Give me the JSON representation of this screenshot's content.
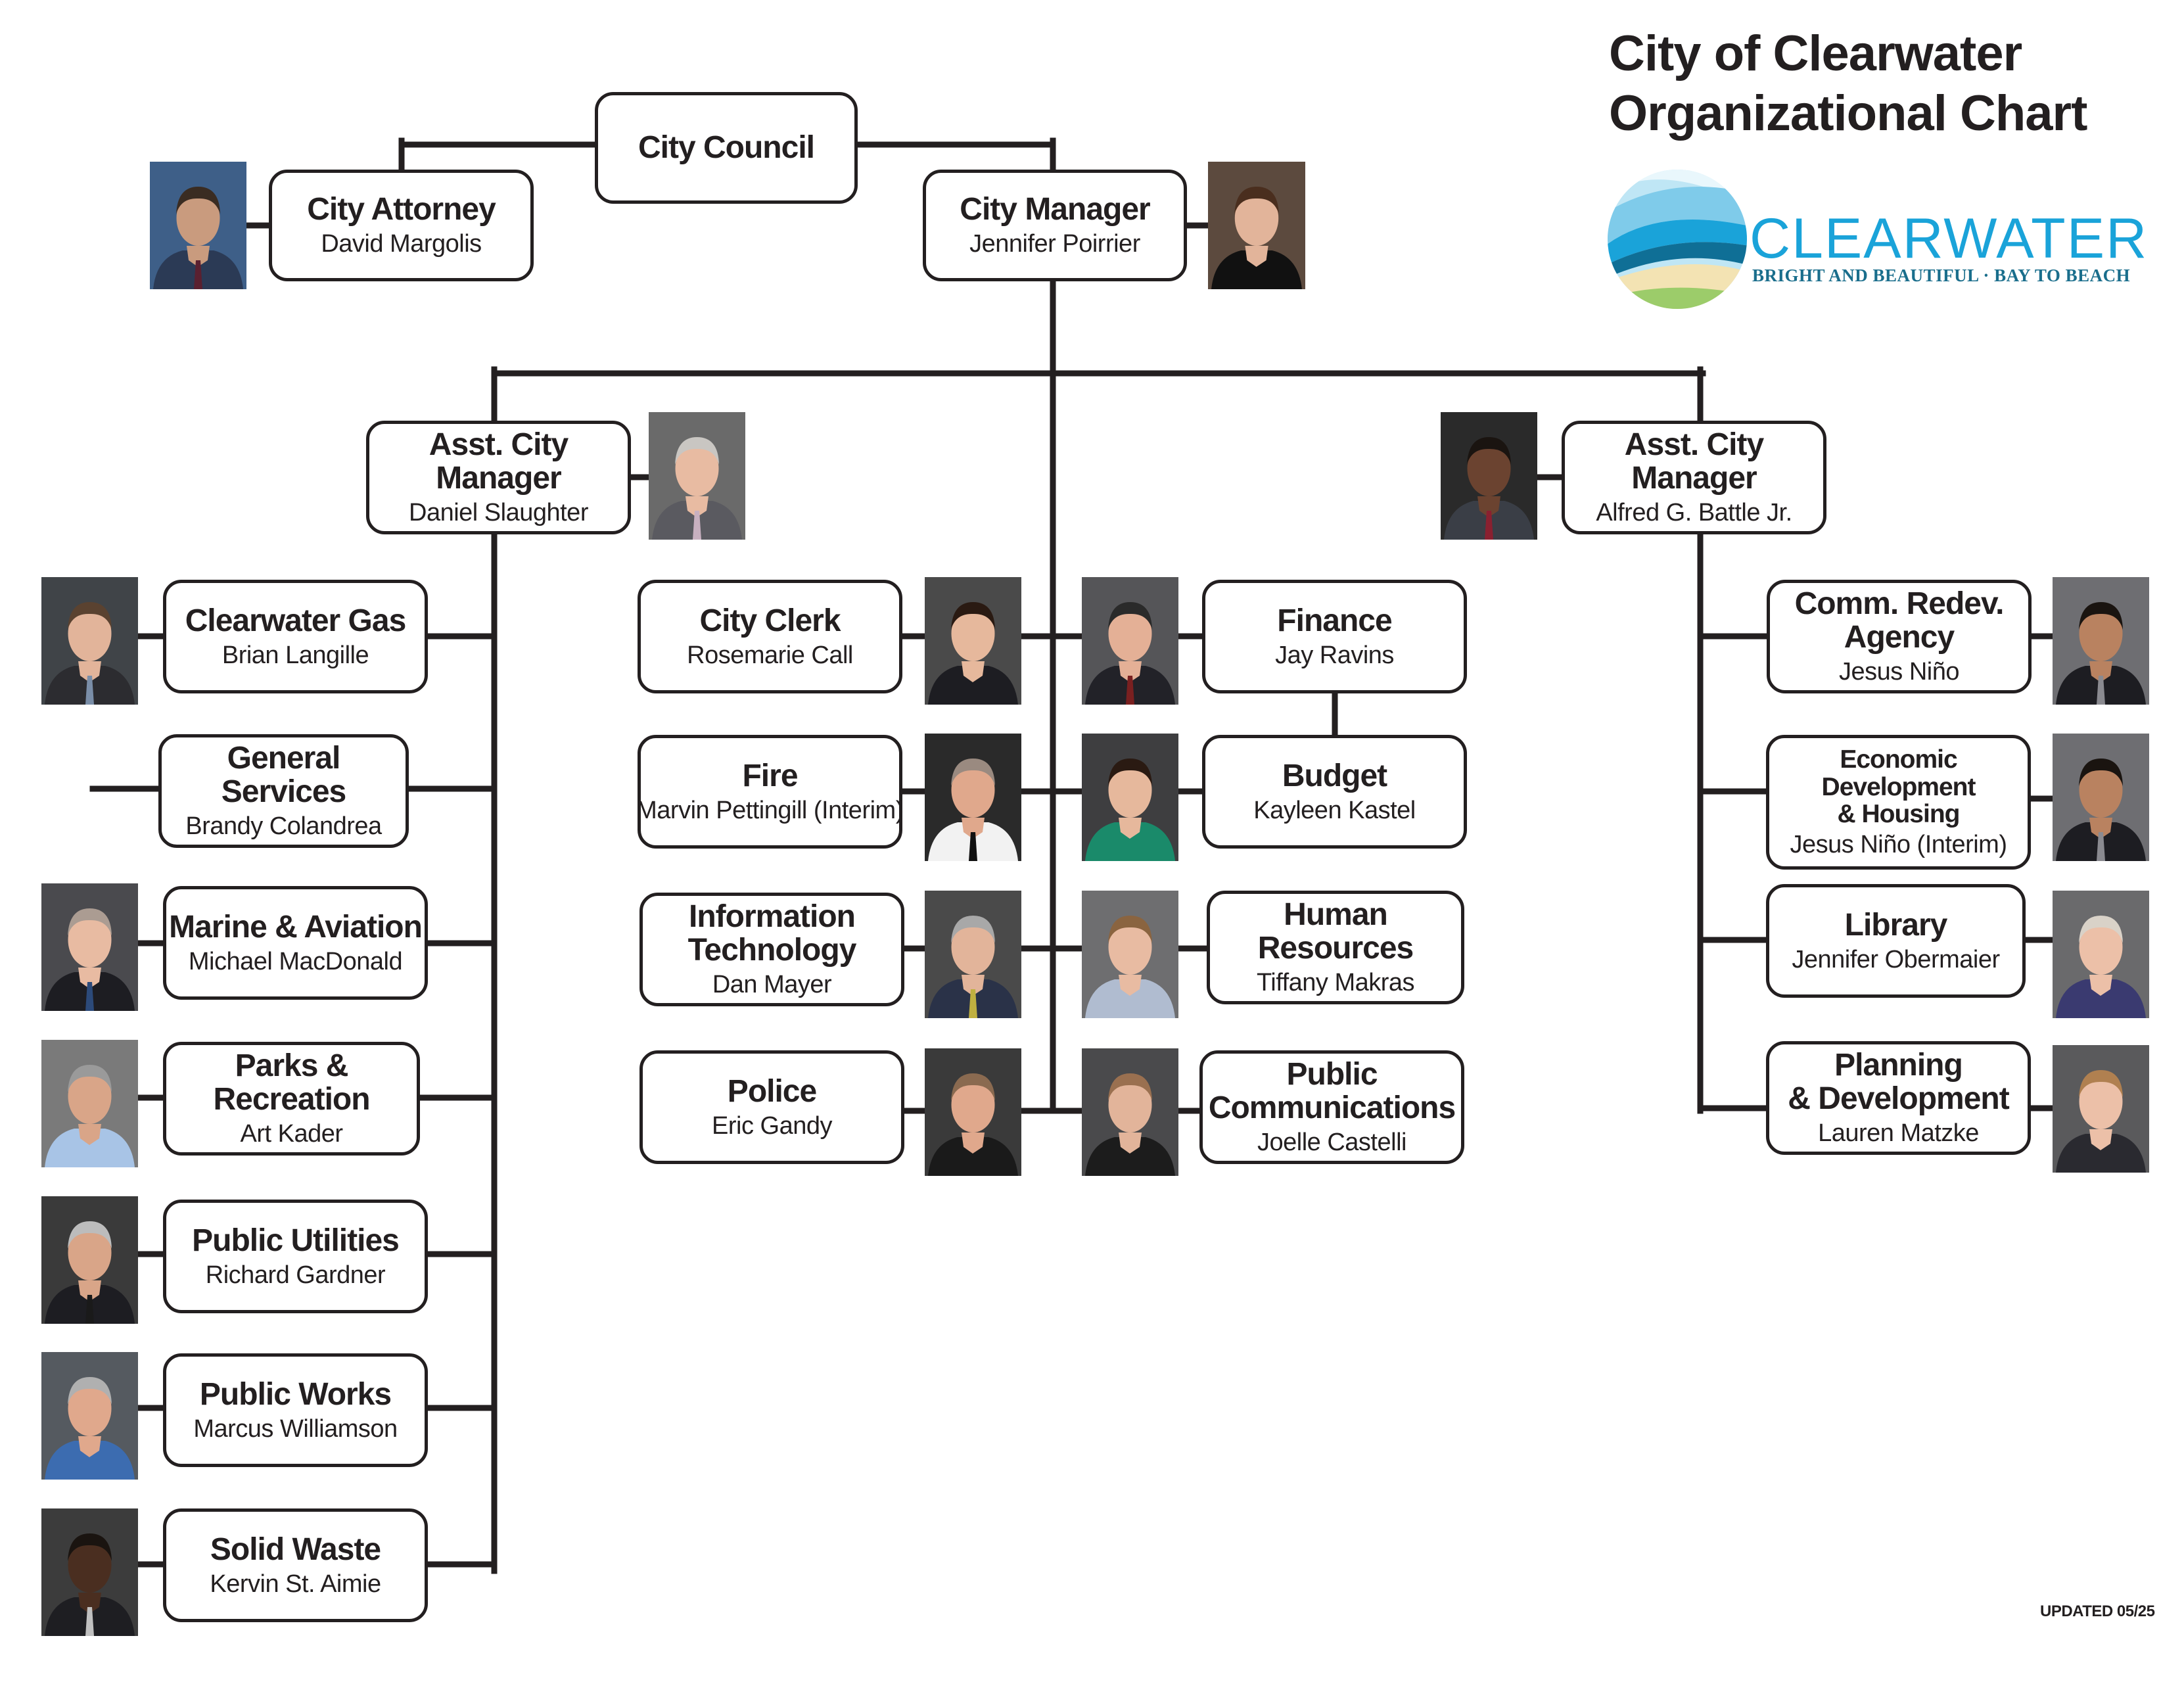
{
  "header": {
    "title": "City of Clearwater\nOrganizational Chart",
    "logo_word": "CLEARWATER",
    "logo_tagline": "BRIGHT AND BEAUTIFUL · BAY TO BEACH"
  },
  "footer": {
    "updated": "UPDATED 05/25"
  },
  "colors": {
    "line": "#231f20",
    "box_border": "#231f20",
    "logo_blue": "#1aa3d9",
    "logo_sand": "#f3e3b3"
  },
  "boxes": {
    "city_council": {
      "title": "City Council",
      "name": ""
    },
    "city_attorney": {
      "title": "City Attorney",
      "name": "David Margolis"
    },
    "city_manager": {
      "title": "City Manager",
      "name": "Jennifer Poirrier"
    },
    "acm_left": {
      "title": "Asst. City Manager",
      "name": "Daniel Slaughter"
    },
    "acm_right": {
      "title": "Asst. City Manager",
      "name": "Alfred G. Battle Jr."
    },
    "clearwater_gas": {
      "title": "Clearwater Gas",
      "name": "Brian Langille"
    },
    "general_services": {
      "title": "General Services",
      "name": "Brandy Colandrea"
    },
    "marine_aviation": {
      "title": "Marine & Aviation",
      "name": "Michael MacDonald"
    },
    "parks_recreation": {
      "title": "Parks &\nRecreation",
      "name": "Art Kader"
    },
    "public_utilities": {
      "title": "Public Utilities",
      "name": "Richard Gardner"
    },
    "public_works": {
      "title": "Public Works",
      "name": "Marcus Williamson"
    },
    "solid_waste": {
      "title": "Solid Waste",
      "name": "Kervin St. Aimie"
    },
    "city_clerk": {
      "title": "City Clerk",
      "name": "Rosemarie Call"
    },
    "fire": {
      "title": "Fire",
      "name": "Marvin Pettingill (Interim)"
    },
    "information_technology": {
      "title": "Information\nTechnology",
      "name": "Dan Mayer"
    },
    "police": {
      "title": "Police",
      "name": "Eric Gandy"
    },
    "finance": {
      "title": "Finance",
      "name": "Jay Ravins"
    },
    "budget": {
      "title": "Budget",
      "name": "Kayleen Kastel"
    },
    "human_resources": {
      "title": "Human Resources",
      "name": "Tiffany Makras"
    },
    "public_communications": {
      "title": "Public\nCommunications",
      "name": "Joelle Castelli"
    },
    "cra": {
      "title": "Comm. Redev.\nAgency",
      "name": "Jesus Niño"
    },
    "economic_development": {
      "title": "Economic Development\n& Housing",
      "name": "Jesus Niño (Interim)"
    },
    "library": {
      "title": "Library",
      "name": "Jennifer Obermaier"
    },
    "planning_development": {
      "title": "Planning\n& Development",
      "name": "Lauren Matzke"
    }
  }
}
